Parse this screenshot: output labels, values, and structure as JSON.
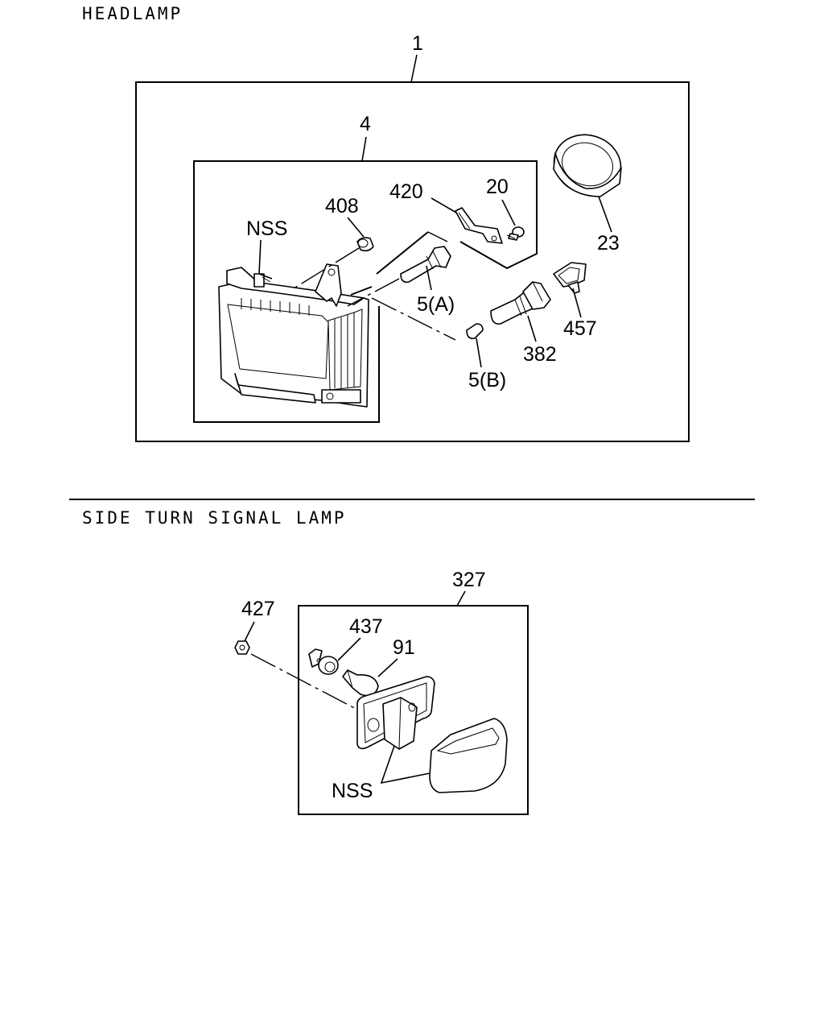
{
  "sections": {
    "headlamp_title": "HEADLAMP",
    "side_turn_title": "SIDE TURN SIGNAL LAMP"
  },
  "headlamp": {
    "callouts": {
      "assembly": "1",
      "unit": "4",
      "bracket": "420",
      "screw": "20",
      "cap": "23",
      "grommet": "408",
      "nss": "NSS",
      "bulb_a": "5(A)",
      "bulb_b": "5(B)",
      "socket": "382",
      "connector": "457"
    }
  },
  "side_turn": {
    "callouts": {
      "assembly": "327",
      "nut": "427",
      "socket": "437",
      "bulb": "91",
      "nss": "NSS"
    }
  }
}
